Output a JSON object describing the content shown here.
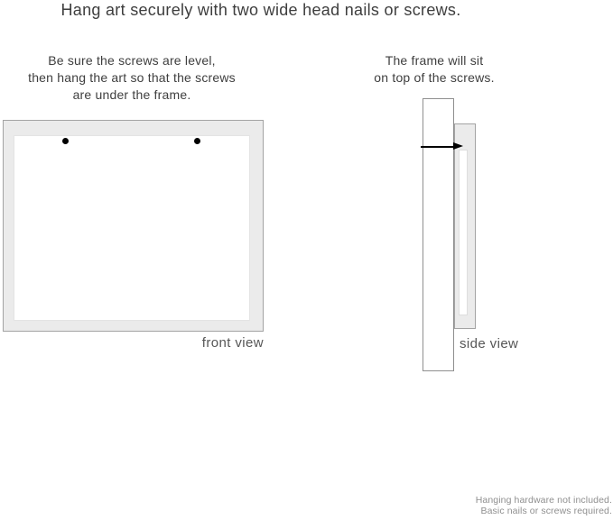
{
  "title": "Hang art securely with two wide head nails or screws.",
  "front_view": {
    "instruction_lines": [
      "Be sure the screws are level,",
      "then hang the art so that the screws",
      "are under the frame."
    ],
    "label": "front view",
    "screw_count": 2
  },
  "side_view": {
    "instruction_lines": [
      "The frame will sit",
      "on top of the screws."
    ],
    "label": "side view"
  },
  "footer": {
    "lines": [
      "Hanging hardware not included.",
      "Basic nails or screws required."
    ]
  },
  "colors": {
    "frame_fill": "#ebebeb",
    "frame_border": "#a3a3a3",
    "wall_border": "#8f8f8f",
    "text_dark": "#3e3e3e",
    "text_label": "#565656",
    "text_footer": "#8f8f8f",
    "screw": "#000000"
  }
}
